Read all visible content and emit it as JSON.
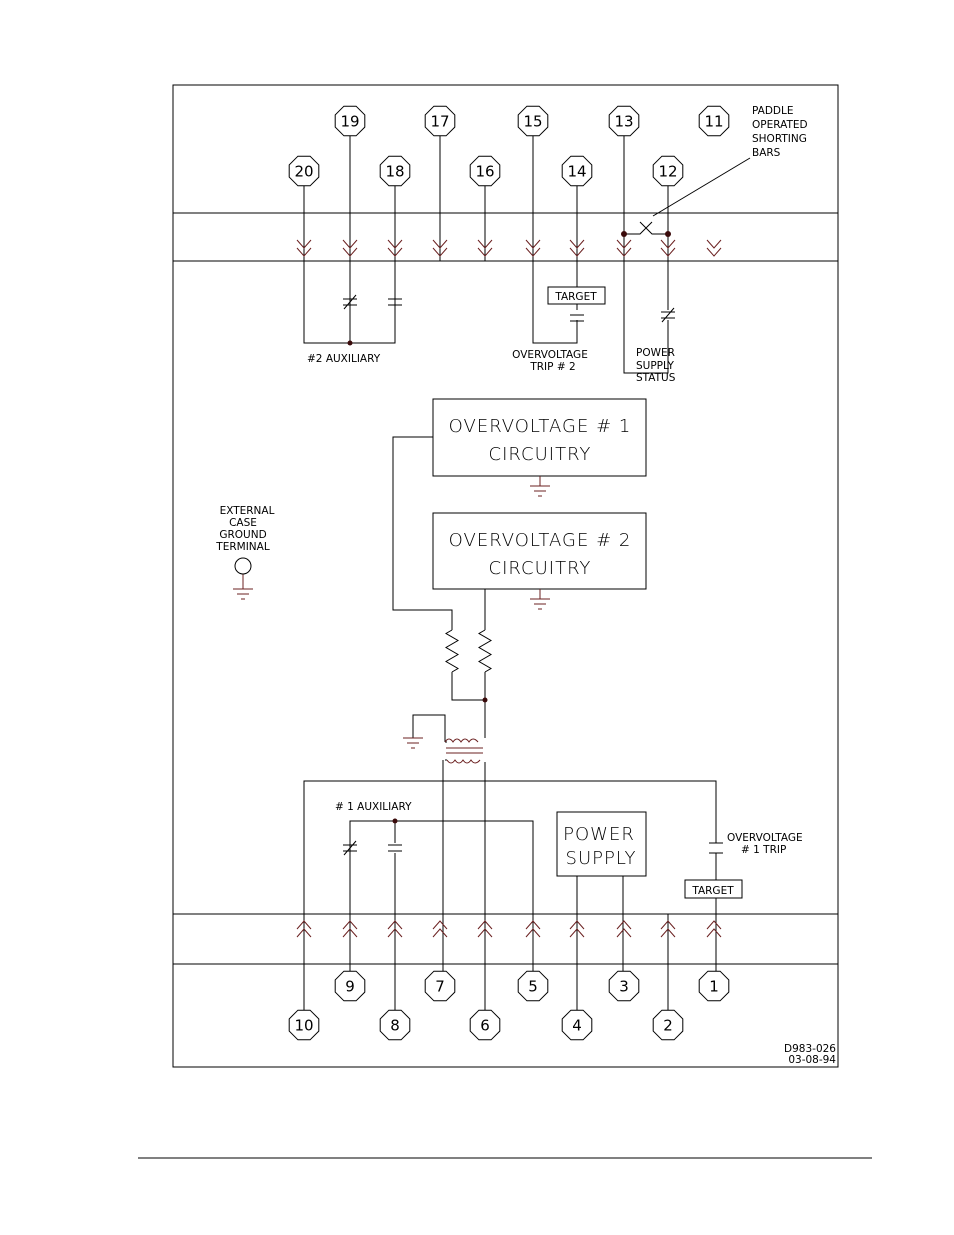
{
  "top_terminals": [
    {
      "label": "20",
      "row": "low"
    },
    {
      "label": "19",
      "row": "high"
    },
    {
      "label": "18",
      "row": "low"
    },
    {
      "label": "17",
      "row": "high"
    },
    {
      "label": "16",
      "row": "low"
    },
    {
      "label": "15",
      "row": "high"
    },
    {
      "label": "14",
      "row": "low"
    },
    {
      "label": "13",
      "row": "high"
    },
    {
      "label": "12",
      "row": "low"
    },
    {
      "label": "11",
      "row": "high"
    }
  ],
  "bottom_terminals": [
    {
      "label": "10",
      "row": "low"
    },
    {
      "label": "9",
      "row": "high"
    },
    {
      "label": "8",
      "row": "low"
    },
    {
      "label": "7",
      "row": "high"
    },
    {
      "label": "6",
      "row": "low"
    },
    {
      "label": "5",
      "row": "high"
    },
    {
      "label": "4",
      "row": "low"
    },
    {
      "label": "3",
      "row": "high"
    },
    {
      "label": "2",
      "row": "low"
    },
    {
      "label": "1",
      "row": "high"
    }
  ],
  "labels": {
    "paddle": [
      "PADDLE",
      "OPERATED",
      "SHORTING",
      "BARS"
    ],
    "aux2": "#2  AUXILIARY",
    "ovtrip2": [
      "OVERVOLTAGE",
      "TRIP  # 2"
    ],
    "ps_status": [
      "POWER",
      "SUPPLY",
      "STATUS"
    ],
    "target_top": "TARGET",
    "target_bottom": "TARGET",
    "ov1_box": [
      "OVERVOLTAGE  # 1",
      "CIRCUITRY"
    ],
    "ov2_box": [
      "OVERVOLTAGE  # 2",
      "CIRCUITRY"
    ],
    "ground_term": [
      "EXTERNAL",
      "CASE",
      "GROUND",
      "TERMINAL"
    ],
    "aux1": "# 1  AUXILIARY",
    "power_supply": [
      "POWER",
      "SUPPLY"
    ],
    "ovtrip1": [
      "OVERVOLTAGE",
      "# 1  TRIP"
    ],
    "drawing_no": [
      "D983-026",
      "03-08-94"
    ]
  },
  "colors": {
    "line": "#000000",
    "contact": "#6b2020"
  }
}
